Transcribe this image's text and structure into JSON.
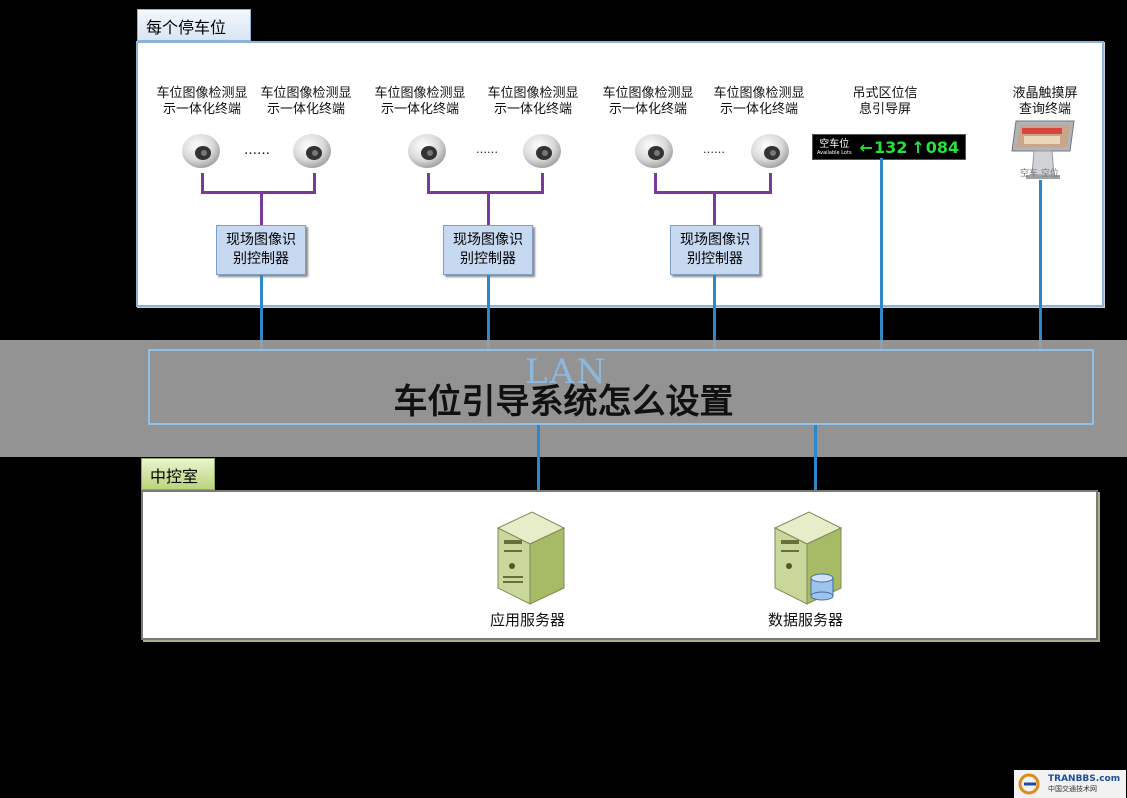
{
  "parking_zone": {
    "tab_label": "每个停车位",
    "terminal_label": "车位图像检测显\n示一体化终端",
    "dots_large": "……",
    "dots_small": "……",
    "controller_label": "现场图像识\n别控制器",
    "sign_label": "吊式区位信\n息引导屏",
    "kiosk_label": "液晶触摸屏\n查询终端",
    "kiosk_caption": "空车 空位"
  },
  "led_display": {
    "title": "空车位",
    "subtitle": "Available Lots",
    "left_arrow": "←",
    "count1": "132",
    "up_arrow": "↑",
    "count2": "084"
  },
  "network": {
    "label": "LAN"
  },
  "page_title": "车位引导系统怎么设置",
  "control_room": {
    "tab_label": "中控室",
    "app_server_label": "应用服务器",
    "db_server_label": "数据服务器"
  },
  "watermark": {
    "brand": "TRANBBS.com",
    "subtitle": "中国交通技术网"
  },
  "colors": {
    "link_blue": "#2e88c8",
    "link_purple": "#7a3a98",
    "panel_border": "#8fb2d8",
    "controller_fill": "#c6d9f0"
  }
}
